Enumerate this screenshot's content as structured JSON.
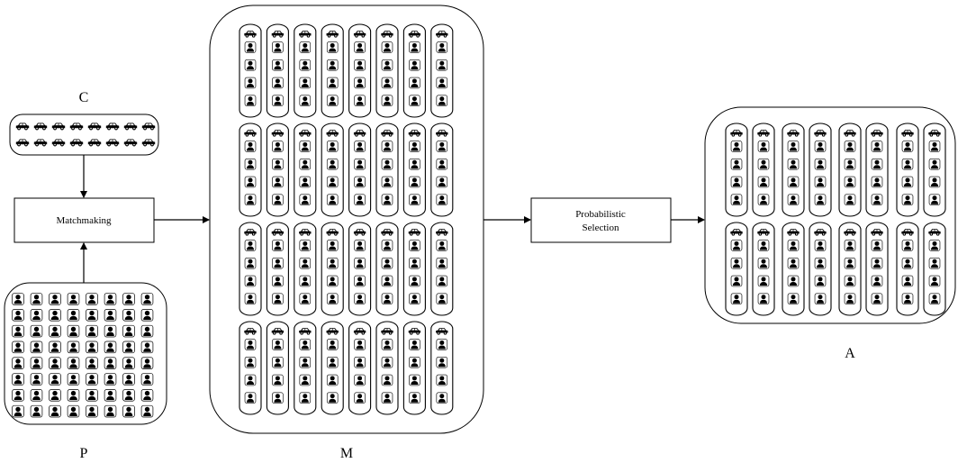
{
  "labels": {
    "cars": "C",
    "passengers": "P",
    "matches": "M",
    "assignments": "A"
  },
  "process": {
    "matchmaking": "Matchmaking",
    "selection_line1": "Probabilistic",
    "selection_line2": "Selection"
  },
  "counts": {
    "cars_rows": 2,
    "cars_cols": 8,
    "passenger_rows": 8,
    "passenger_cols": 8,
    "match_groups": 4,
    "match_columns_per_group": 8,
    "assignment_groups": 2,
    "assignment_columns_per_group": 8,
    "passengers_per_column": 4
  },
  "icons": {
    "car": "car-icon",
    "person": "person-icon"
  },
  "colors": {
    "stroke": "#000000",
    "icon": "#000000",
    "background": "#ffffff"
  }
}
